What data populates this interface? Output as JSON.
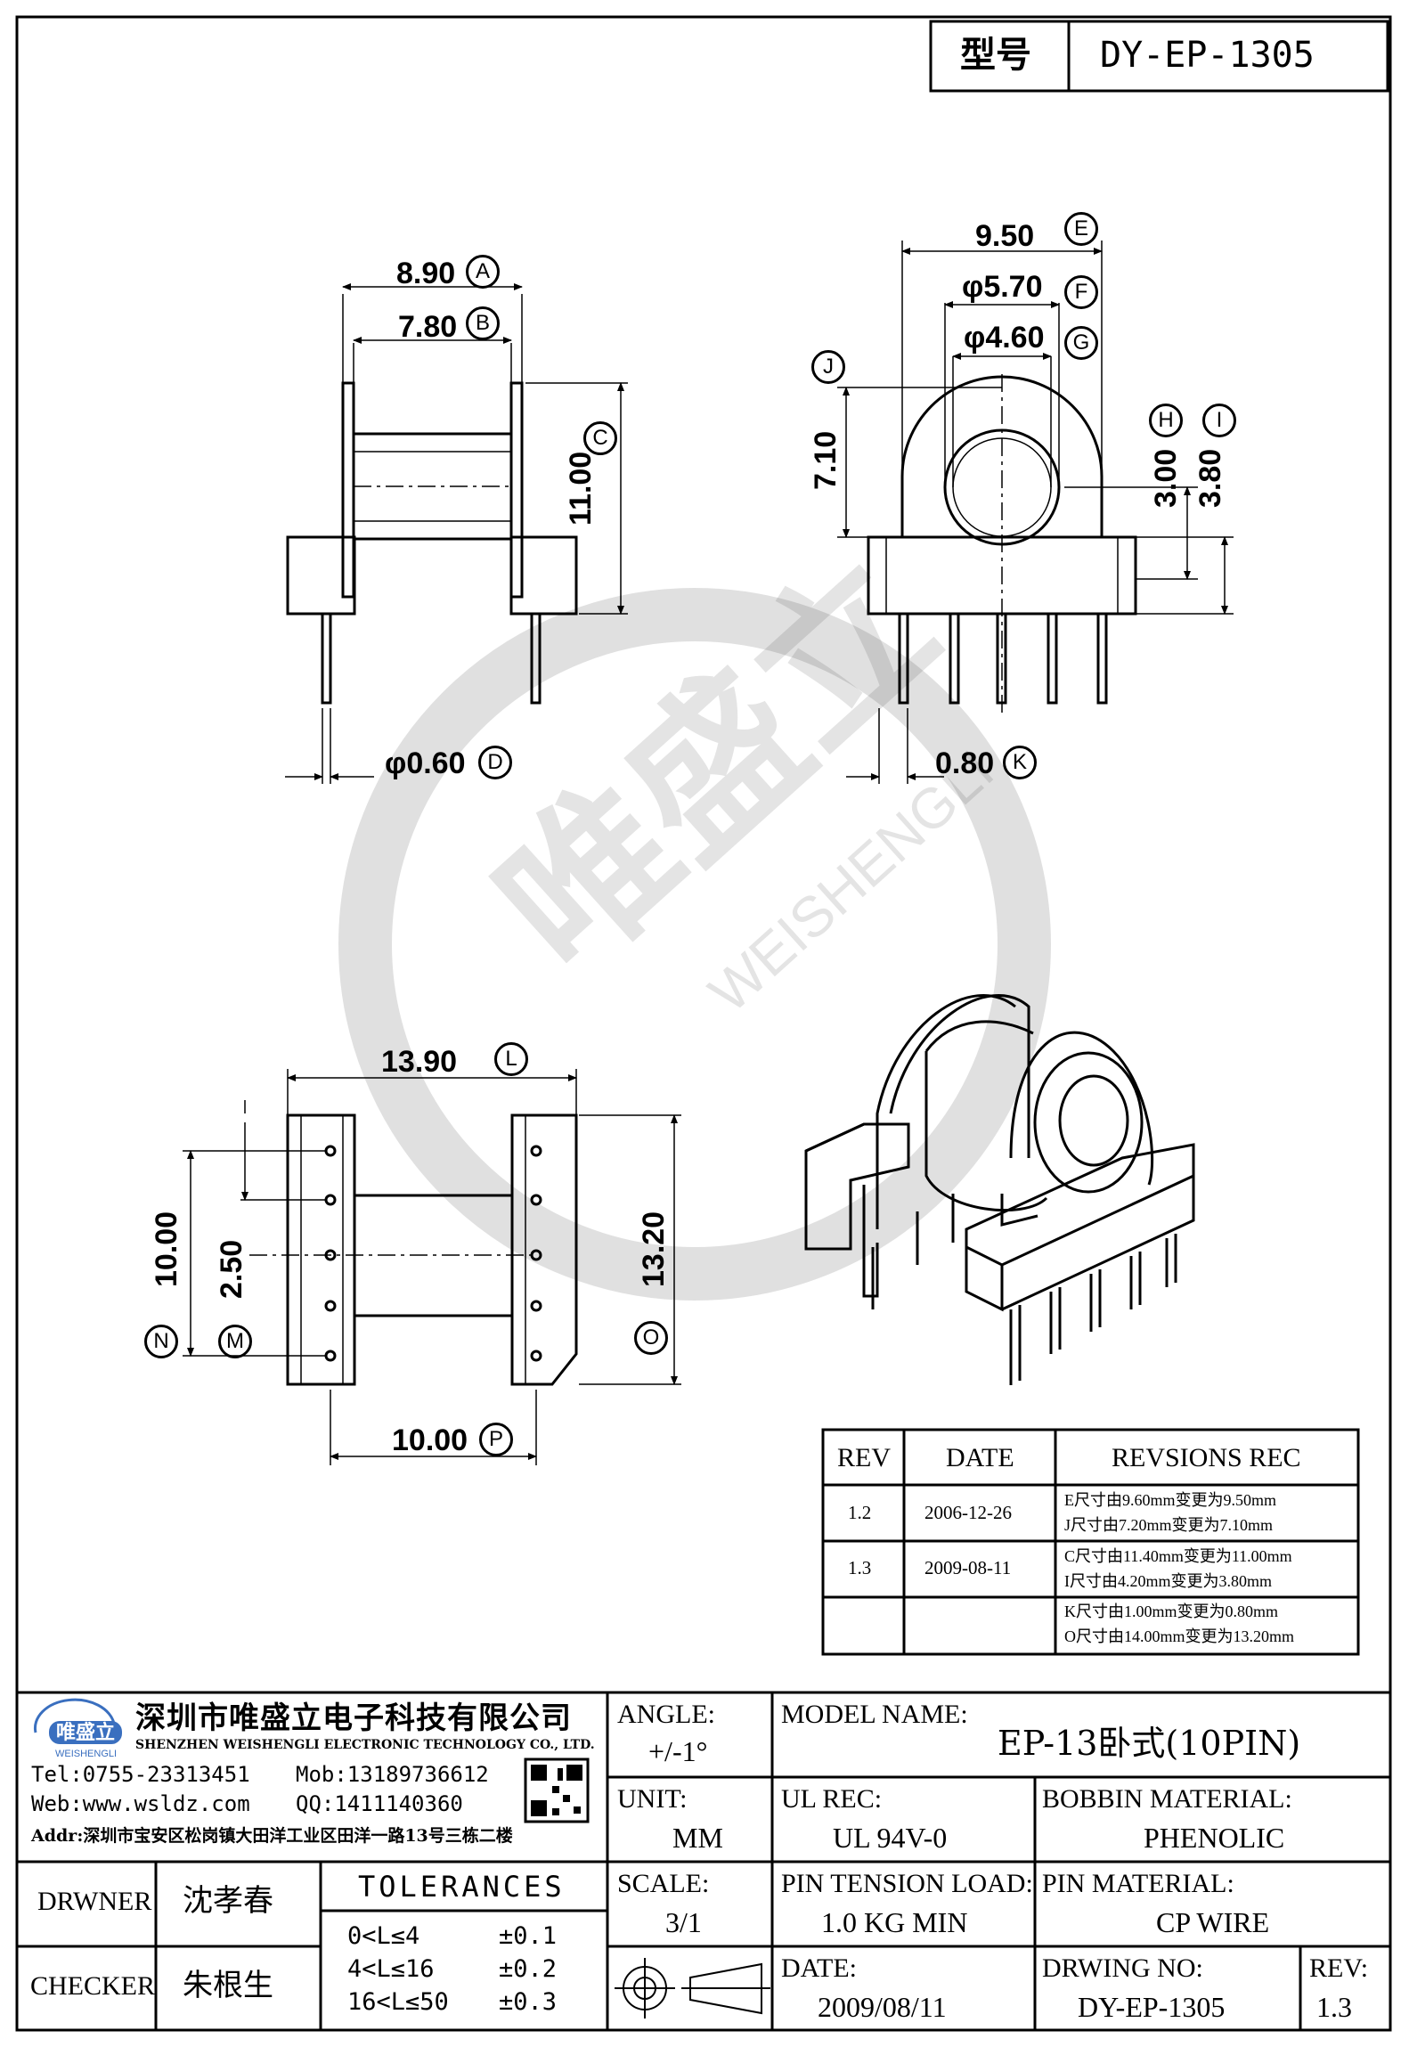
{
  "title_block_top": {
    "label": "型号",
    "value": "DY-EP-1305"
  },
  "watermark": {
    "text_cn": "唯盛立",
    "text_en": "WEISHENGLI"
  },
  "dimensions": {
    "A": {
      "value": "8.90",
      "letter": "A"
    },
    "B": {
      "value": "7.80",
      "letter": "B"
    },
    "C": {
      "value": "11.00",
      "letter": "C"
    },
    "D": {
      "value": "φ0.60",
      "letter": "D"
    },
    "E": {
      "value": "9.50",
      "letter": "E"
    },
    "F": {
      "value": "φ5.70",
      "letter": "F"
    },
    "G": {
      "value": "φ4.60",
      "letter": "G"
    },
    "H": {
      "value": "3.00",
      "letter": "H"
    },
    "I": {
      "value": "3.80",
      "letter": "I"
    },
    "J": {
      "value": "7.10",
      "letter": "J"
    },
    "K": {
      "value": "0.80",
      "letter": "K"
    },
    "L": {
      "value": "13.90",
      "letter": "L"
    },
    "M": {
      "value": "2.50",
      "letter": "M"
    },
    "N": {
      "value": "10.00",
      "letter": "N"
    },
    "O": {
      "value": "13.20",
      "letter": "O"
    },
    "P": {
      "value": "10.00",
      "letter": "P"
    }
  },
  "revisions": {
    "headers": [
      "REV",
      "DATE",
      "REVSIONS REC"
    ],
    "rows": [
      {
        "rev": "1.2",
        "date": "2006-12-26",
        "notes": [
          "E尺寸由9.60mm变更为9.50mm",
          "J尺寸由7.20mm变更为7.10mm"
        ]
      },
      {
        "rev": "1.3",
        "date": "2009-08-11",
        "notes": [
          "C尺寸由11.40mm变更为11.00mm",
          "I尺寸由4.20mm变更为3.80mm"
        ]
      },
      {
        "rev": "",
        "date": "",
        "notes": [
          "K尺寸由1.00mm变更为0.80mm",
          "O尺寸由14.00mm变更为13.20mm"
        ]
      }
    ]
  },
  "company": {
    "logo_text": "唯盛立",
    "logo_sub": "WEISHENGLI",
    "name_cn": "深圳市唯盛立电子科技有限公司",
    "name_en": "SHENZHEN WEISHENGLI ELECTRONIC TECHNOLOGY CO., LTD.",
    "tel": "Tel:0755-23313451",
    "mob": "Mob:13189736612",
    "web": "Web:www.wsldz.com",
    "qq": "QQ:1411140360",
    "addr": "Addr:深圳市宝安区松岗镇大田洋工业区田洋一路13号三栋二楼"
  },
  "title_block": {
    "angle_label": "ANGLE:",
    "angle_value": "+/-1°",
    "model_label": "MODEL NAME:",
    "model_value": "EP-13卧式(10PIN)",
    "unit_label": "UNIT:",
    "unit_value": "MM",
    "ul_label": "UL REC:",
    "ul_value": "UL 94V-0",
    "bobbin_label": "BOBBIN MATERIAL:",
    "bobbin_value": "PHENOLIC",
    "scale_label": "SCALE:",
    "scale_value": "3/1",
    "pin_tension_label": "PIN TENSION LOAD:",
    "pin_tension_value": "1.0 KG MIN",
    "pin_material_label": "PIN MATERIAL:",
    "pin_material_value": "CP WIRE",
    "date_label": "DATE:",
    "date_value": "2009/08/11",
    "drawing_no_label": "DRWING NO:",
    "drawing_no_value": "DY-EP-1305",
    "rev_label": "REV:",
    "rev_value": "1.3",
    "drawer_label": "DRWNER",
    "drawer_value": "沈孝春",
    "checker_label": "CHECKER",
    "checker_value": "朱根生",
    "tolerances_label": "TOLERANCES",
    "tolerances": [
      {
        "range": "0<L≤4",
        "tol": "±0.1"
      },
      {
        "range": "4<L≤16",
        "tol": "±0.2"
      },
      {
        "range": "16<L≤50",
        "tol": "±0.3"
      }
    ]
  }
}
